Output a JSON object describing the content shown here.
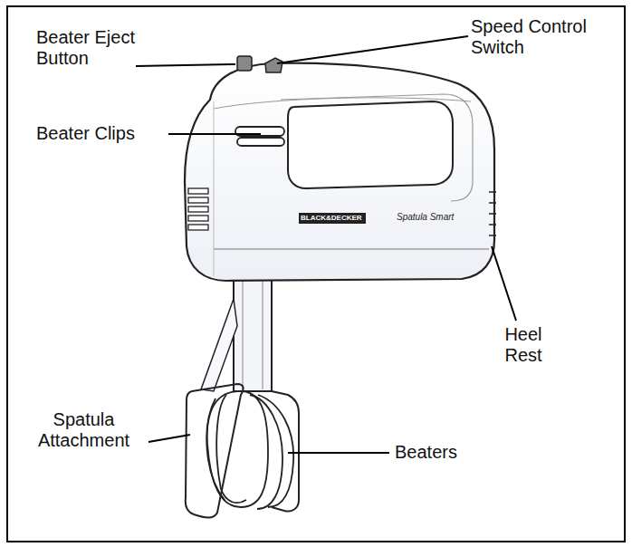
{
  "diagram": {
    "labels": [
      "Beater Eject Button",
      "Speed Control Switch",
      "Beater Clips",
      "Heel Rest",
      "Spatula Attachment",
      "Beaters",
      "BLACK&DECKER",
      "Spatula Smart"
    ]
  }
}
